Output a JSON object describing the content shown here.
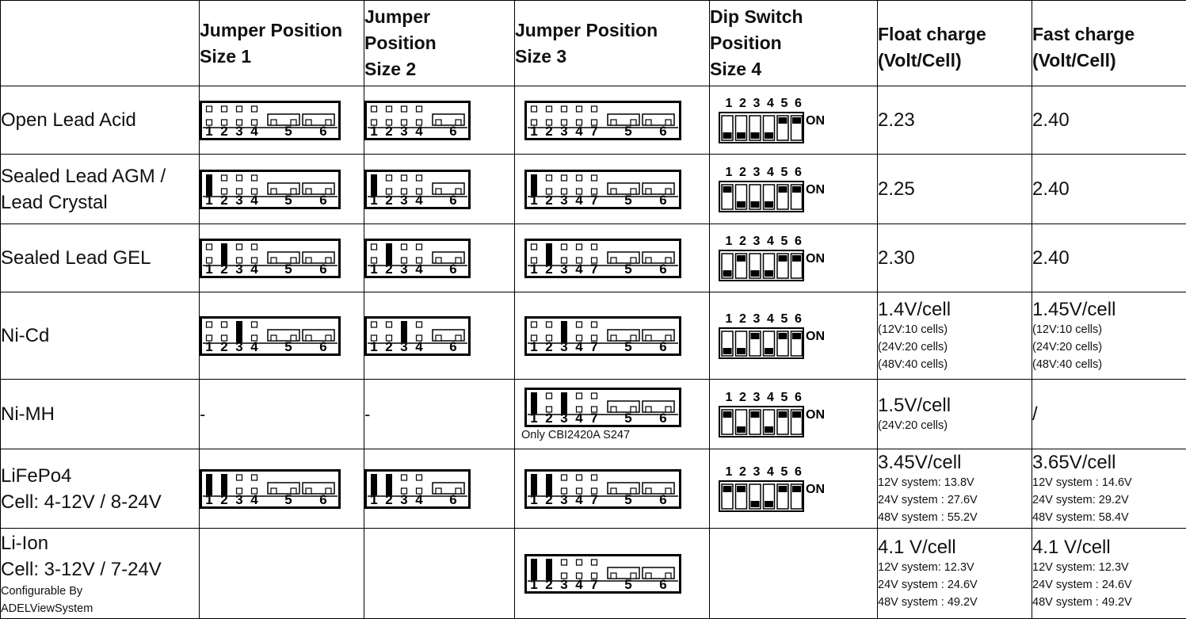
{
  "headers": {
    "type": "",
    "size1": [
      "Jumper Position",
      "Size 1"
    ],
    "size2": [
      "Jumper",
      "Position",
      "Size 2"
    ],
    "size3": [
      "Jumper Position",
      "Size 3"
    ],
    "size4": [
      "Dip Switch",
      "Position",
      "Size 4"
    ],
    "float": [
      "Float charge",
      "(Volt/Cell)"
    ],
    "fast": [
      "Fast charge",
      "(Volt/Cell)"
    ]
  },
  "jumper_labels": {
    "size1": [
      "1",
      "2",
      "3",
      "4",
      "5",
      "6"
    ],
    "size2": [
      "1",
      "2",
      "3",
      "4",
      "6"
    ],
    "size3": [
      "1",
      "2",
      "3",
      "4",
      "7",
      "5",
      "6"
    ]
  },
  "dip_labels": [
    "1",
    "2",
    "3",
    "4",
    "5",
    "6"
  ],
  "dip_on_label": "ON",
  "rows": [
    {
      "label": [
        "Open Lead Acid"
      ],
      "size1": {
        "jumpers": []
      },
      "size2": {
        "jumpers": []
      },
      "size3": {
        "jumpers": []
      },
      "dip": [
        false,
        false,
        false,
        false,
        true,
        true
      ],
      "float": {
        "main": "2.23",
        "sub": []
      },
      "fast": {
        "main": "2.40",
        "sub": []
      }
    },
    {
      "label": [
        "Sealed Lead AGM /",
        "Lead Crystal"
      ],
      "size1": {
        "jumpers": [
          1
        ]
      },
      "size2": {
        "jumpers": [
          1
        ]
      },
      "size3": {
        "jumpers": [
          1
        ]
      },
      "dip": [
        true,
        false,
        false,
        false,
        true,
        true
      ],
      "float": {
        "main": "2.25",
        "sub": []
      },
      "fast": {
        "main": "2.40",
        "sub": []
      }
    },
    {
      "label": [
        "Sealed Lead GEL"
      ],
      "size1": {
        "jumpers": [
          2
        ]
      },
      "size2": {
        "jumpers": [
          2
        ]
      },
      "size3": {
        "jumpers": [
          2
        ]
      },
      "dip": [
        false,
        true,
        false,
        false,
        true,
        true
      ],
      "float": {
        "main": "2.30",
        "sub": []
      },
      "fast": {
        "main": "2.40",
        "sub": []
      }
    },
    {
      "label": [
        "Ni-Cd"
      ],
      "size1": {
        "jumpers": [
          3
        ]
      },
      "size2": {
        "jumpers": [
          3
        ]
      },
      "size3": {
        "jumpers": [
          3
        ]
      },
      "dip": [
        false,
        false,
        true,
        false,
        true,
        true
      ],
      "float": {
        "main": "1.4V/cell",
        "sub": [
          "(12V:10 cells)",
          "(24V:20 cells)",
          "(48V:40 cells)"
        ]
      },
      "fast": {
        "main": "1.45V/cell",
        "sub": [
          "(12V:10 cells)",
          "(24V:20 cells)",
          "(48V:40 cells)"
        ]
      }
    },
    {
      "label": [
        "Ni-MH"
      ],
      "size1": {
        "dash": "-"
      },
      "size2": {
        "dash": "-"
      },
      "size3": {
        "jumpers": [
          1,
          3
        ],
        "note": "Only CBI2420A S247"
      },
      "dip": [
        true,
        false,
        true,
        false,
        true,
        true
      ],
      "float": {
        "main": "1.5V/cell",
        "sub": [
          " (24V:20 cells)"
        ]
      },
      "fast": {
        "main": "/",
        "sub": []
      }
    },
    {
      "label": [
        "LiFePo4",
        "Cell: 4-12V / 8-24V"
      ],
      "size1": {
        "jumpers": [
          1,
          2
        ]
      },
      "size2": {
        "jumpers": [
          1,
          2
        ]
      },
      "size3": {
        "jumpers": [
          1,
          2
        ]
      },
      "dip": [
        true,
        true,
        false,
        false,
        true,
        true
      ],
      "float": {
        "main": "3.45V/cell",
        "sub": [
          "12V system: 13.8V",
          "24V  system : 27.6V",
          "48V  system : 55.2V"
        ]
      },
      "fast": {
        "main": "3.65V/cell",
        "sub": [
          "12V  system : 14.6V",
          "24V  system: 29.2V",
          "48V  system: 58.4V"
        ]
      }
    },
    {
      "label": [
        "Li-Ion",
        "Cell: 3-12V / 7-24V"
      ],
      "label_small": [
        "Configurable By",
        "ADELViewSystem"
      ],
      "size1": {
        "empty": true
      },
      "size2": {
        "empty": true
      },
      "size3": {
        "jumpers": [
          1,
          2
        ]
      },
      "dip": null,
      "float": {
        "main": "4.1 V/cell",
        "sub": [
          "12V system: 12.3V",
          "24V  system : 24.6V",
          "48V  system : 49.2V"
        ]
      },
      "fast": {
        "main": "4.1 V/cell",
        "sub": [
          "12V system: 12.3V",
          "24V  system : 24.6V",
          "48V  system : 49.2V"
        ]
      }
    }
  ]
}
